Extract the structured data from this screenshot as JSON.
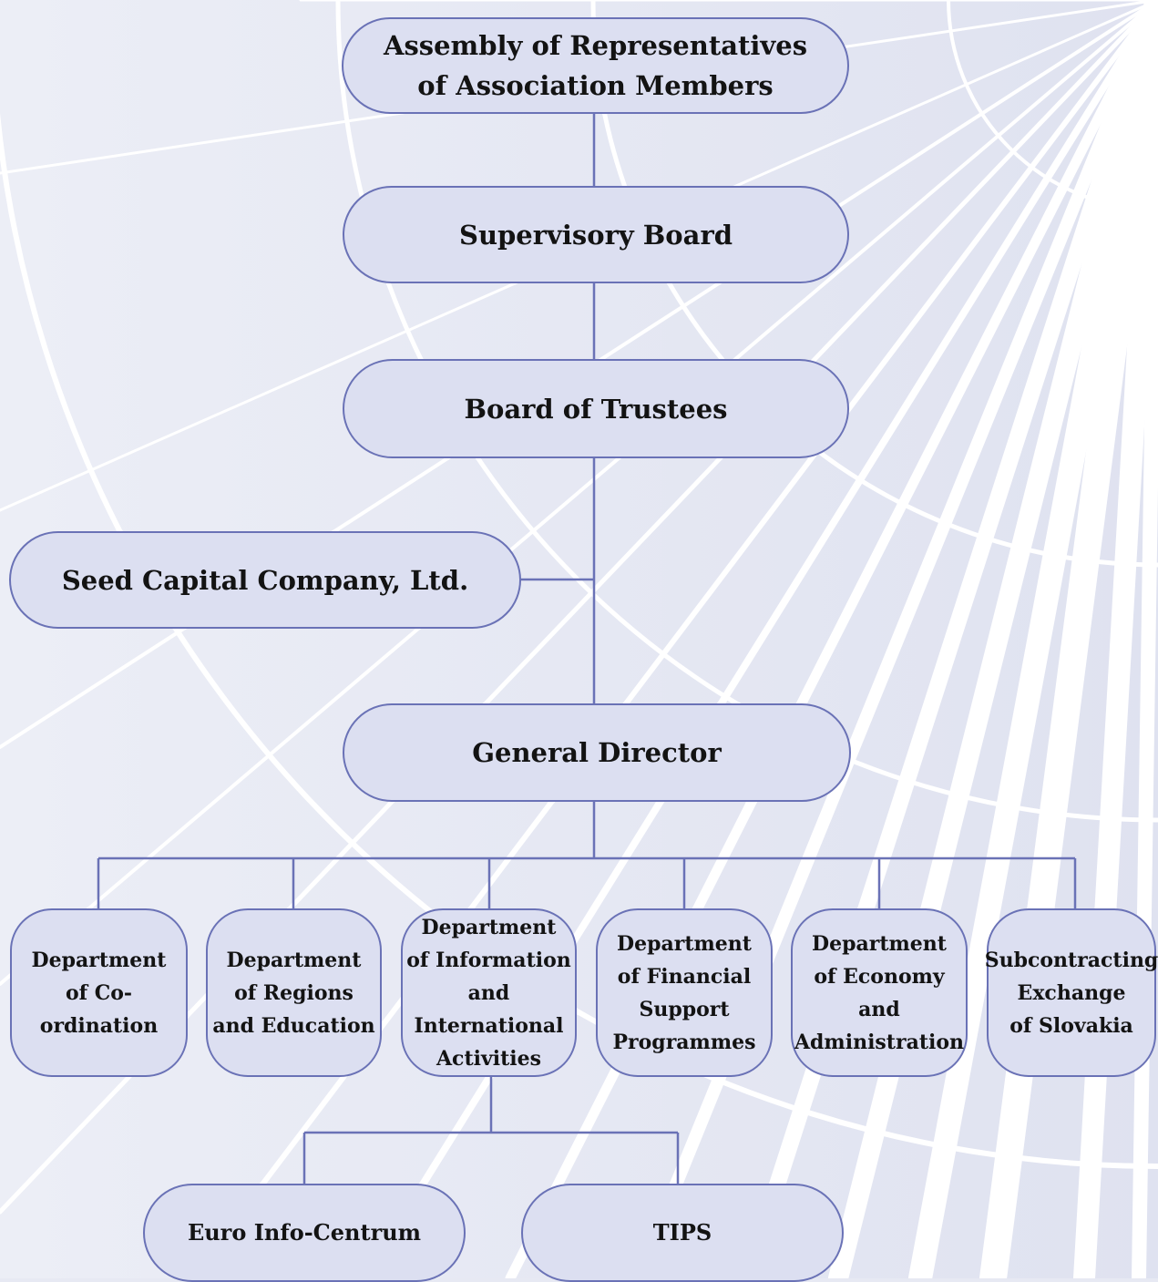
{
  "nodes": {
    "assembly": "Assembly of Representatives\nof Association Members",
    "supervisory_board": "Supervisory Board",
    "board_of_trustees": "Board of Trustees",
    "seed_capital": "Seed Capital Company, Ltd.",
    "general_director": "General Director",
    "departments": [
      "Department\nof Co-ordination",
      "Department\nof Regions\nand Education",
      "Department\nof Information\nand International\nActivities",
      "Department\nof Financial\nSupport\nProgrammes",
      "Department\nof Economy and\nAdministration",
      "Subcontracting\nExchange\nof Slovakia"
    ],
    "euro_info": "Euro Info-Centrum",
    "tips": "TIPS"
  },
  "colors": {
    "background": "#e7e9f3",
    "node_fill": "#dcdff1",
    "node_border": "#6a72b6",
    "connector": "#6a72b6",
    "background_lines": "#ffffff"
  }
}
